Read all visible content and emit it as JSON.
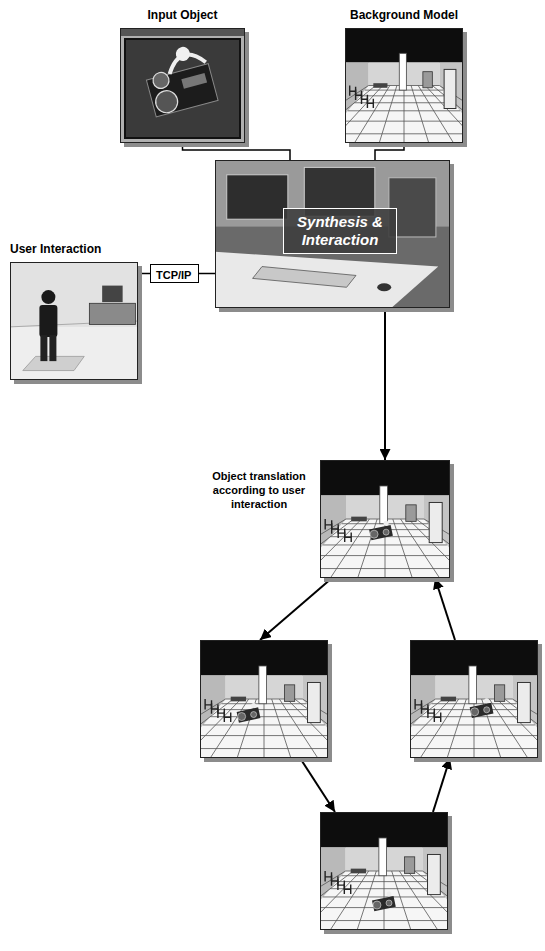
{
  "diagram": {
    "nodes": [
      {
        "text": [
          "Input Object"
        ]
      },
      {
        "text": [
          "Background Model"
        ]
      },
      {
        "text": [
          "User Interaction"
        ]
      },
      {
        "text": [
          "TCP/IP"
        ]
      },
      {
        "text": [
          "Synthesis & Interaction"
        ]
      },
      {
        "text": [
          "Object translation according to user interaction"
        ]
      },
      {
        "text": []
      },
      {
        "text": []
      },
      {
        "text": []
      }
    ],
    "edges": [
      {
        "from": 0,
        "to": 4,
        "arrow": "none"
      },
      {
        "from": 1,
        "to": 4,
        "arrow": "none"
      },
      {
        "from": 2,
        "to": 3,
        "arrow": "none"
      },
      {
        "from": 3,
        "to": 4,
        "arrow": "none"
      },
      {
        "from": 4,
        "to": 5,
        "arrow": "to"
      },
      {
        "from": 5,
        "to": 6,
        "arrow": "to"
      },
      {
        "from": 6,
        "to": 8,
        "arrow": "to"
      },
      {
        "from": 8,
        "to": 7,
        "arrow": "to"
      },
      {
        "from": 7,
        "to": 5,
        "arrow": "to"
      }
    ]
  }
}
